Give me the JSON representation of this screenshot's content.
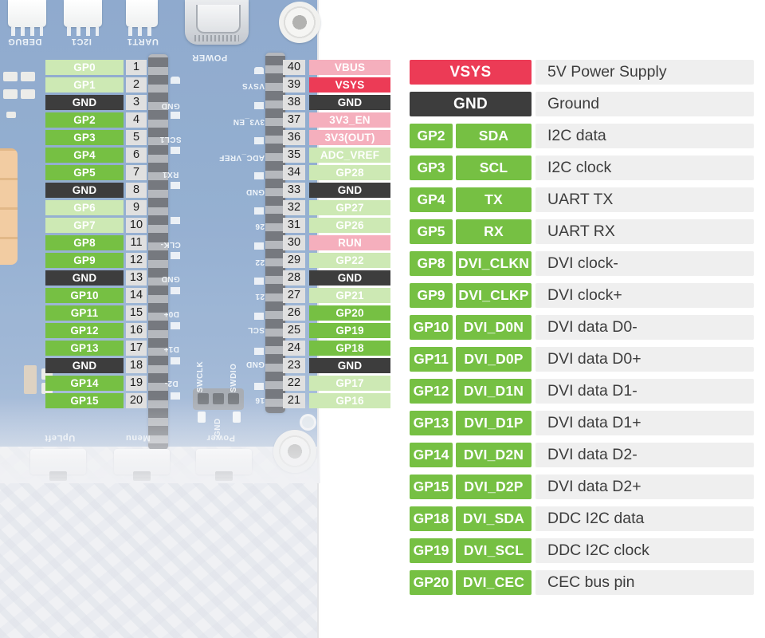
{
  "board": {
    "connector_labels": [
      "DEBUG",
      "I2C1",
      "UART1",
      "POWER"
    ],
    "switch_labels": [
      "UpLeft",
      "Menu",
      "Power"
    ],
    "silkscreen": {
      "header_top": "POWER",
      "left_labels": [
        "GND",
        "SCL1",
        "RX1",
        "CLK-",
        "GND",
        "D0+",
        "D1+",
        "D2-"
      ],
      "right_labels": [
        "VSYS",
        "3V3_EN",
        "ADC_VREF",
        "GND",
        "26",
        "22",
        "21",
        "SCL",
        "GND",
        "16"
      ],
      "debug_labels": [
        "SWCLK",
        "SWDIO",
        "GND"
      ]
    }
  },
  "pinout": {
    "left": [
      {
        "label": "GP0",
        "num": "1",
        "type": "pale"
      },
      {
        "label": "GP1",
        "num": "2",
        "type": "pale"
      },
      {
        "label": "GND",
        "num": "3",
        "type": "dark"
      },
      {
        "label": "GP2",
        "num": "4",
        "type": "green"
      },
      {
        "label": "GP3",
        "num": "5",
        "type": "green"
      },
      {
        "label": "GP4",
        "num": "6",
        "type": "green"
      },
      {
        "label": "GP5",
        "num": "7",
        "type": "green"
      },
      {
        "label": "GND",
        "num": "8",
        "type": "dark"
      },
      {
        "label": "GP6",
        "num": "9",
        "type": "pale"
      },
      {
        "label": "GP7",
        "num": "10",
        "type": "pale"
      },
      {
        "label": "GP8",
        "num": "11",
        "type": "green"
      },
      {
        "label": "GP9",
        "num": "12",
        "type": "green"
      },
      {
        "label": "GND",
        "num": "13",
        "type": "dark"
      },
      {
        "label": "GP10",
        "num": "14",
        "type": "green"
      },
      {
        "label": "GP11",
        "num": "15",
        "type": "green"
      },
      {
        "label": "GP12",
        "num": "16",
        "type": "green"
      },
      {
        "label": "GP13",
        "num": "17",
        "type": "green"
      },
      {
        "label": "GND",
        "num": "18",
        "type": "dark"
      },
      {
        "label": "GP14",
        "num": "19",
        "type": "green"
      },
      {
        "label": "GP15",
        "num": "20",
        "type": "green"
      }
    ],
    "right": [
      {
        "num": "40",
        "label": "VBUS",
        "type": "pink"
      },
      {
        "num": "39",
        "label": "VSYS",
        "type": "red"
      },
      {
        "num": "38",
        "label": "GND",
        "type": "dark"
      },
      {
        "num": "37",
        "label": "3V3_EN",
        "type": "pink"
      },
      {
        "num": "36",
        "label": "3V3(OUT)",
        "type": "pink"
      },
      {
        "num": "35",
        "label": "ADC_VREF",
        "type": "pale"
      },
      {
        "num": "34",
        "label": "GP28",
        "type": "pale"
      },
      {
        "num": "33",
        "label": "GND",
        "type": "dark"
      },
      {
        "num": "32",
        "label": "GP27",
        "type": "pale"
      },
      {
        "num": "31",
        "label": "GP26",
        "type": "pale"
      },
      {
        "num": "30",
        "label": "RUN",
        "type": "pink"
      },
      {
        "num": "29",
        "label": "GP22",
        "type": "pale"
      },
      {
        "num": "28",
        "label": "GND",
        "type": "dark"
      },
      {
        "num": "27",
        "label": "GP21",
        "type": "pale"
      },
      {
        "num": "26",
        "label": "GP20",
        "type": "green"
      },
      {
        "num": "25",
        "label": "GP19",
        "type": "green"
      },
      {
        "num": "24",
        "label": "GP18",
        "type": "green"
      },
      {
        "num": "23",
        "label": "GND",
        "type": "dark"
      },
      {
        "num": "22",
        "label": "GP17",
        "type": "pale"
      },
      {
        "num": "21",
        "label": "GP16",
        "type": "pale"
      }
    ]
  },
  "legend": {
    "rows": [
      {
        "type": "power",
        "label": "VSYS",
        "desc": "5V Power Supply"
      },
      {
        "type": "ground",
        "label": "GND",
        "desc": "Ground"
      },
      {
        "type": "gpio",
        "pin": "GP2",
        "signal": "SDA",
        "desc": "I2C data"
      },
      {
        "type": "gpio",
        "pin": "GP3",
        "signal": "SCL",
        "desc": "I2C clock"
      },
      {
        "type": "gpio",
        "pin": "GP4",
        "signal": "TX",
        "desc": "UART TX"
      },
      {
        "type": "gpio",
        "pin": "GP5",
        "signal": "RX",
        "desc": "UART RX"
      },
      {
        "type": "gpio",
        "pin": "GP8",
        "signal": "DVI_CLKN",
        "desc": "DVI clock-"
      },
      {
        "type": "gpio",
        "pin": "GP9",
        "signal": "DVI_CLKP",
        "desc": "DVI clock+"
      },
      {
        "type": "gpio",
        "pin": "GP10",
        "signal": "DVI_D0N",
        "desc": "DVI data D0-"
      },
      {
        "type": "gpio",
        "pin": "GP11",
        "signal": "DVI_D0P",
        "desc": "DVI data D0+"
      },
      {
        "type": "gpio",
        "pin": "GP12",
        "signal": "DVI_D1N",
        "desc": "DVI data D1-"
      },
      {
        "type": "gpio",
        "pin": "GP13",
        "signal": "DVI_D1P",
        "desc": "DVI data D1+"
      },
      {
        "type": "gpio",
        "pin": "GP14",
        "signal": "DVI_D2N",
        "desc": "DVI data D2-"
      },
      {
        "type": "gpio",
        "pin": "GP15",
        "signal": "DVI_D2P",
        "desc": "DVI data D2+"
      },
      {
        "type": "gpio",
        "pin": "GP18",
        "signal": "DVI_SDA",
        "desc": "DDC I2C data"
      },
      {
        "type": "gpio",
        "pin": "GP19",
        "signal": "DVI_SCL",
        "desc": "DDC I2C clock"
      },
      {
        "type": "gpio",
        "pin": "GP20",
        "signal": "DVI_CEC",
        "desc": "CEC bus pin"
      }
    ]
  },
  "colors": {
    "gpio_green": "#76c043",
    "reserved_pale_green": "#cde9b4",
    "ground_dark": "#3d3d3d",
    "power_red": "#ec3b56",
    "power_pink": "#f5afbd",
    "pin_number_bg": "#e0e0e0",
    "description_bg": "#efefef",
    "pcb_blue": "#84a3ca"
  }
}
